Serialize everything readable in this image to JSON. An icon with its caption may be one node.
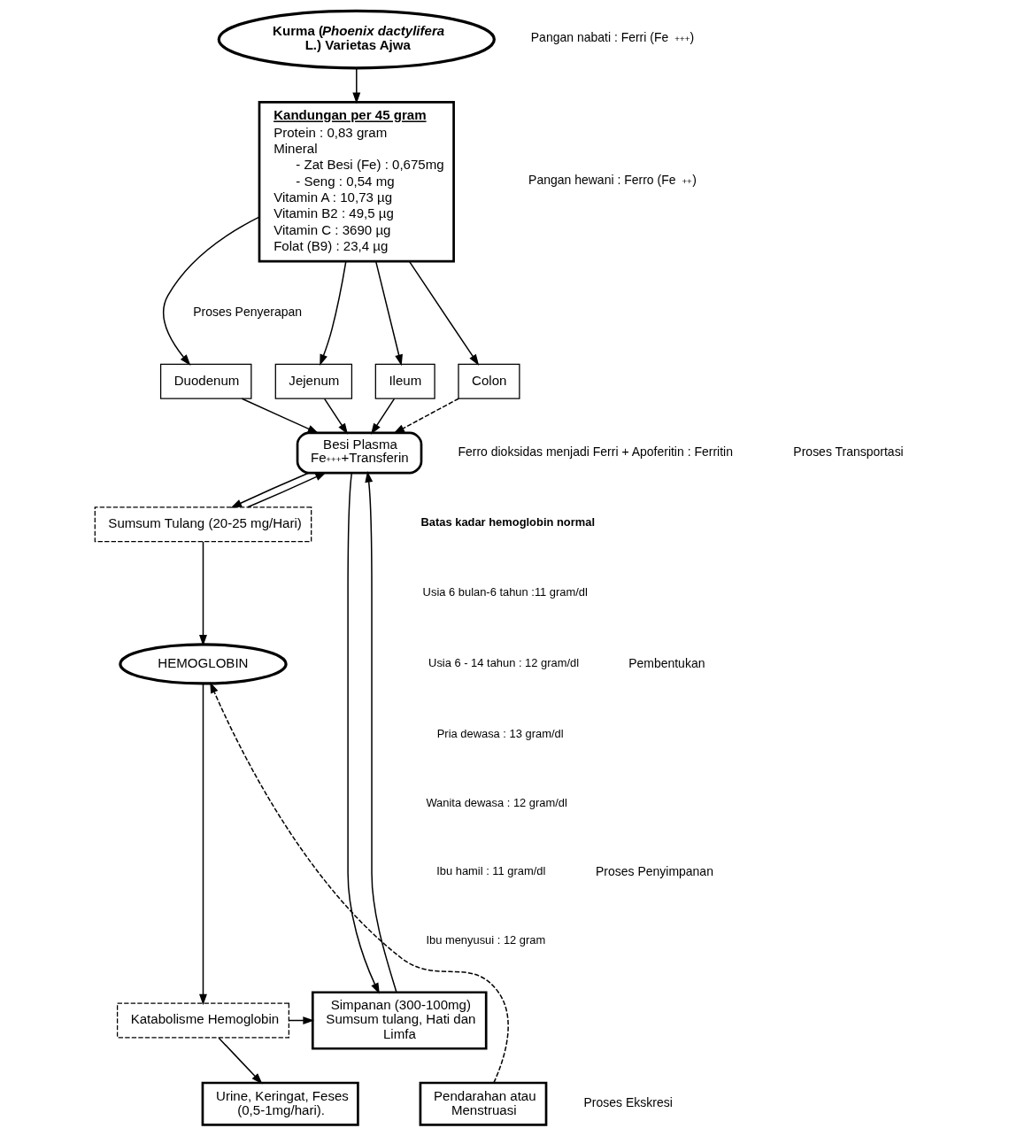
{
  "diagram": {
    "nodes": [
      {
        "text": [
          "Kurma (*Phoenix dactylifera* L.) Varietas Ajwa"
        ]
      },
      {
        "text": [
          "Kandungan per 45 gram",
          "Protein : 0,83 gram",
          "Mineral",
          "- Zat Besi (Fe) : 0,675mg",
          "- Seng : 0,54 mg",
          "Vitamin A : 10,73 µg",
          "Vitamin B2 : 49,5 µg",
          "Vitamin C : 3690 µg",
          "Folat (B9) : 23,4 µg"
        ]
      },
      {
        "text": [
          "Duodenum"
        ]
      },
      {
        "text": [
          "Jejenum"
        ]
      },
      {
        "text": [
          "Ileum"
        ]
      },
      {
        "text": [
          "Colon"
        ]
      },
      {
        "text": [
          "Besi Plasma Fe$^{+++}$+Transferin"
        ]
      },
      {
        "text": [
          "Sumsum Tulang (20-25 mg/Hari)"
        ]
      },
      {
        "text": [
          "HEMOGLOBIN"
        ]
      },
      {
        "text": [
          "Katabolisme Hemoglobin"
        ]
      },
      {
        "text": [
          "Simpanan (300-100mg) Sumsum tulang, Hati dan Limfa"
        ]
      },
      {
        "text": [
          "Pendarahan atau Menstruasi"
        ]
      },
      {
        "text": [
          "Urine, Keringat, Feses (0,5-1mg/hari)."
        ]
      }
    ],
    "edges": [
      {
        "from": 0,
        "to": 1,
        "arrow": "to"
      },
      {
        "from": 1,
        "to": 2,
        "arrow": "to"
      },
      {
        "from": 1,
        "to": 3,
        "arrow": "to"
      },
      {
        "from": 1,
        "to": 4,
        "arrow": "to"
      },
      {
        "from": 1,
        "to": 5,
        "arrow": "to"
      },
      {
        "from": 2,
        "to": 6,
        "arrow": "to"
      },
      {
        "from": 3,
        "to": 6,
        "arrow": "to"
      },
      {
        "from": 4,
        "to": 6,
        "arrow": "to"
      },
      {
        "from": 5,
        "to": 6,
        "arrow": "to",
        "style": "dashed"
      },
      {
        "from": 7,
        "to": 6,
        "arrow": "to"
      },
      {
        "from": 6,
        "to": 7,
        "arrow": "to"
      },
      {
        "from": 7,
        "to": 8,
        "arrow": "to"
      },
      {
        "from": 8,
        "to": 9,
        "arrow": "to"
      },
      {
        "from": 9,
        "to": 10,
        "arrow": "to"
      },
      {
        "from": 9,
        "to": 12,
        "arrow": "to"
      },
      {
        "from": 6,
        "to": 10,
        "arrow": "to"
      },
      {
        "from": 10,
        "to": 6,
        "arrow": "to"
      },
      {
        "from": 11,
        "to": 8,
        "arrow": "to",
        "style": "dashed"
      }
    ],
    "labels": [
      "Pangan nabati : Ferri (Fe$^{+++}$)",
      "Pangan hewani : Ferro (Fe$^{++}$)",
      "Proses Penyerapan",
      "Ferro dioksidas menjadi Ferri + Apoferitin : Ferritin",
      "Proses Transportasi",
      "Batas kadar hemoglobin normal",
      "Usia 6 bulan-6 tahun :11 gram/dl",
      "Usia 6 - 14 tahun : 12 gram/dl",
      "Pria dewasa : 13 gram/dl",
      "Wanita dewasa : 12 gram/dl",
      "Ibu hamil : 11 gram/dl",
      "Ibu menyusui : 12 gram",
      "Pembentukan",
      "Proses Penyimpanan",
      "Proses Ekskresi"
    ]
  }
}
